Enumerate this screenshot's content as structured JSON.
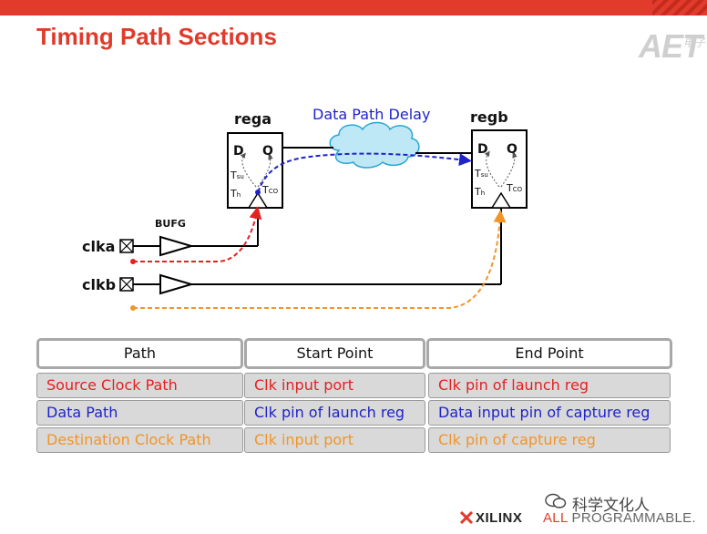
{
  "title": "Timing Path Sections",
  "watermark": {
    "text": "AET",
    "sub": "电子"
  },
  "diagram": {
    "reg_a": "rega",
    "reg_b": "regb",
    "d": "D",
    "q": "Q",
    "tsu": "T",
    "tsu_sub": "su",
    "th": "T",
    "th_sub": "h",
    "tco": "T",
    "tco_sub": "CO",
    "data_path_delay": "Data Path Delay",
    "bufg": "BUFG",
    "clka": "clka",
    "clkb": "clkb"
  },
  "colors": {
    "source": "#e32121",
    "data": "#1f23c8",
    "destination": "#f0952a",
    "title": "#e13a2a"
  },
  "table": {
    "headers": [
      "Path",
      "Start Point",
      "End Point"
    ],
    "rows": [
      {
        "path": "Source Clock Path",
        "start": "Clk input port",
        "end": "Clk pin of launch reg",
        "color": "#e32121"
      },
      {
        "path": "Data Path",
        "start": "Clk pin of launch reg",
        "end": "Data input pin of capture reg",
        "color": "#1f23c8"
      },
      {
        "path": "Destination Clock Path",
        "start": "Clk input port",
        "end": "Clk pin of capture reg",
        "color": "#f0952a"
      }
    ]
  },
  "footer": {
    "brand": "XILINX",
    "tag_all": "ALL",
    "tag_prog": "PROGRAMMABLE.",
    "wechat": "科学文化人"
  }
}
